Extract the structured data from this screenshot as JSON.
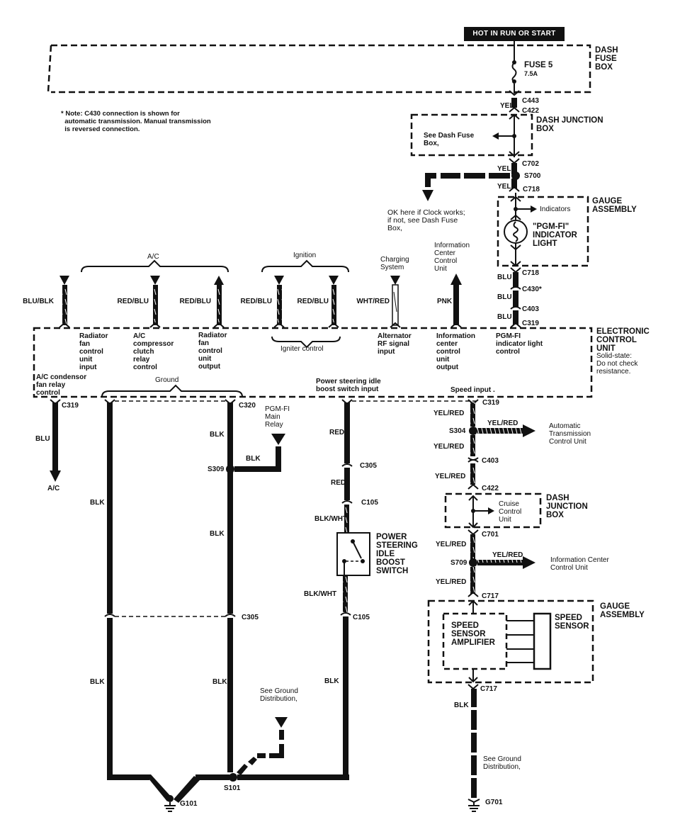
{
  "header": {
    "power_label": "HOT IN RUN OR START"
  },
  "note": "* Note: C430 connection is shown for\n  automatic transmission. Manual transmission\n  is reversed connection.",
  "components": {
    "dash_fuse_box": "DASH\nFUSE\nBOX",
    "fuse": {
      "name": "FUSE 5",
      "rating": "7.5A"
    },
    "dash_junction_box_top": "DASH JUNCTION\nBOX",
    "see_dash_fuse_box": "See Dash Fuse\nBox,",
    "clock_note": "OK here if Clock works;\nif not, see Dash Fuse\nBox,",
    "gauge_assembly_top": "GAUGE\nASSEMBLY",
    "indicators": "Indicators",
    "indicator_light": "\"PGM-FI\"\nINDICATOR\nLIGHT",
    "ecu": "ELECTRONIC\nCONTROL\nUNIT",
    "ecu_note": "Solid-state:\nDo not check\nresistance.",
    "pgmfi_main_relay": "PGM-FI\nMain\nRelay",
    "ps_switch": "POWER\nSTEERING\nIDLE\nBOOST\nSWITCH",
    "atcu": "Automatic\nTransmission\nControl Unit",
    "dash_junction_box_mid": "DASH\nJUNCTION\nBOX",
    "cruise_control": "Cruise\nControl\nUnit",
    "icc_unit_right": "Information Center\nControl Unit",
    "gauge_assembly_bottom": "GAUGE\nASSEMBLY",
    "speed_sensor_amp": "SPEED\nSENSOR\nAMPLIFIER",
    "speed_sensor": "SPEED\nSENSOR",
    "see_ground_left": "See Ground\nDistribution,",
    "see_ground_right": "See Ground\nDistribution,",
    "ac_out": "A/C"
  },
  "groups": {
    "ac": "A/C",
    "ignition": "Ignition",
    "charging": "Charging\nSystem",
    "icc_unit_top": "Information\nCenter\nControl\nUnit",
    "igniter_control": "Igniter control",
    "ground": "Ground"
  },
  "ecu_pins": {
    "rad_fan_input": "Radiator\nfan\ncontrol\nunit\ninput",
    "ac_clutch": "A/C\ncompressor\nclutch\nrelay\ncontrol",
    "rad_fan_output": "Radiator\nfan\ncontrol\nunit\noutput",
    "alternator": "Alternator\nRF signal\ninput",
    "icc_output": "Information\ncenter\ncontrol\nunit\noutput",
    "pgmfi_light": "PGM-FI\nindicator light\ncontrol",
    "ac_condenser": "A/C condensor\nfan relay\ncontrol",
    "ps_input": "Power steering idle\nboost switch input",
    "speed_input": "Speed input ."
  },
  "wires": {
    "yel": "YEL",
    "blu": "BLU",
    "blk": "BLK",
    "red": "RED",
    "blu_blk": "BLU/BLK",
    "red_blu": "RED/BLU",
    "wht_red": "WHT/RED",
    "pnk": "PNK",
    "blk_wht": "BLK/WHT",
    "yel_red": "YEL/RED"
  },
  "connectors": {
    "c443": "C443",
    "c422": "C422",
    "c702": "C702",
    "s700": "S700",
    "c718": "C718",
    "c430": "C430*",
    "c403": "C403",
    "c319": "C319",
    "c320": "C320",
    "s309": "S309",
    "c305": "C305",
    "c105": "C105",
    "s304": "S304",
    "c701": "C701",
    "s709": "S709",
    "c717": "C717",
    "s101": "S101",
    "g101": "G101",
    "g701": "G701"
  }
}
